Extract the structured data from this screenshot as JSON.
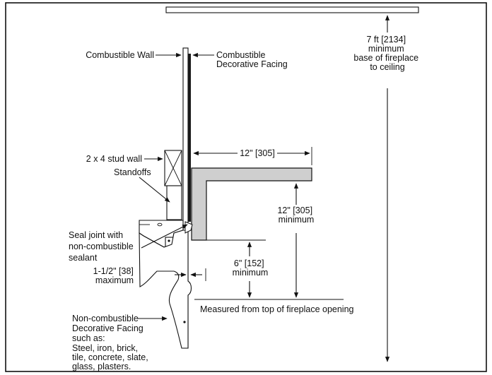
{
  "colors": {
    "stroke": "#111111",
    "mantel_fill": "#cfcfcf",
    "facing_dark": "#1a1a1a",
    "background": "#ffffff"
  },
  "labels": {
    "ceiling_height": [
      "7 ft [2134]",
      "minimum",
      "base of fireplace",
      "to ceiling"
    ],
    "combustible_wall": "Combustible Wall",
    "combustible_facing": [
      "Combustible",
      "Decorative Facing"
    ],
    "stud_wall": "2 x 4 stud wall",
    "standoffs": "Standoffs",
    "mantel_depth": "12\" [305]",
    "mantel_height": [
      "12\" [305]",
      "minimum"
    ],
    "seal_joint": [
      "Seal joint with",
      "non-combustible",
      "sealant"
    ],
    "projection": [
      "6\" [152]",
      "minimum"
    ],
    "facing_thickness": [
      "1-1/2\" [38]",
      "maximum"
    ],
    "measured_from": "Measured from top of fireplace opening",
    "noncombustible_facing": [
      "Non-combustible",
      "Decorative Facing",
      "such as:",
      "Steel, iron, brick,",
      "tile, concrete, slate,",
      "glass, plasters."
    ]
  }
}
